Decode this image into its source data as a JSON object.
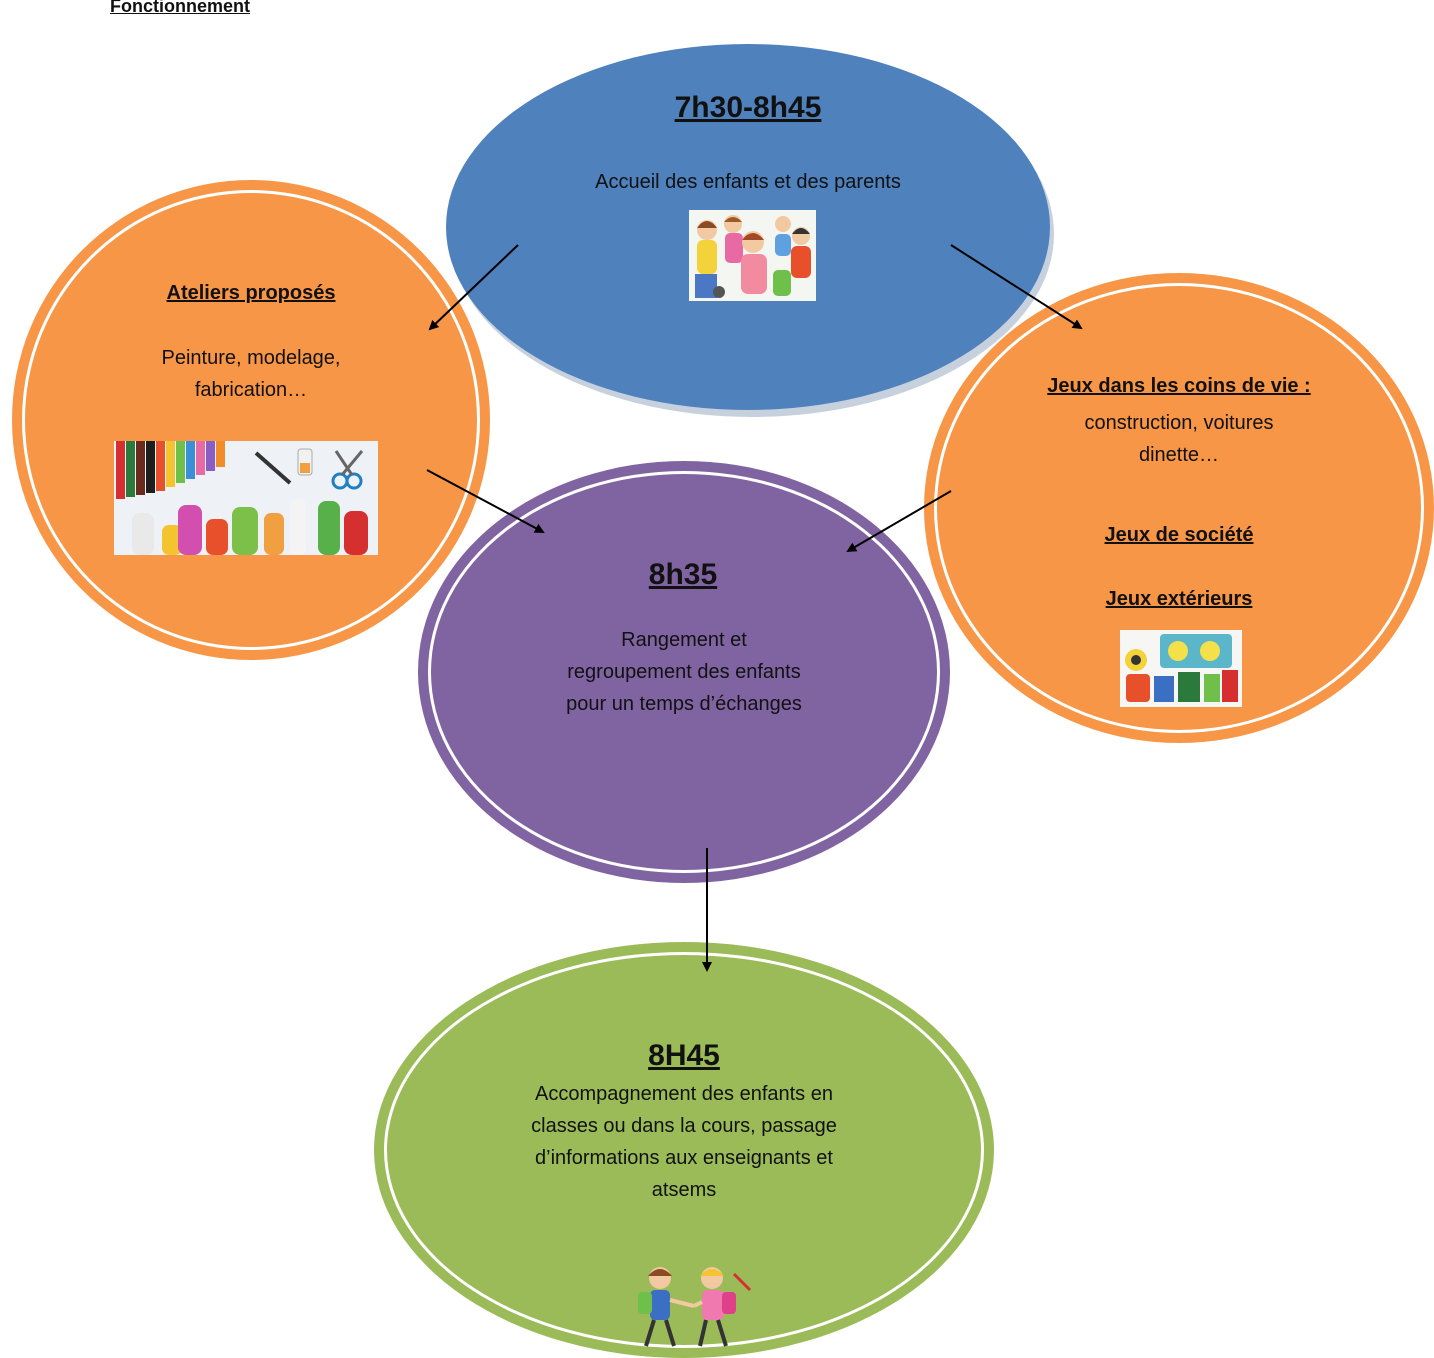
{
  "heading": "Fonctionnement",
  "nodes": {
    "accueil": {
      "title": "7h30-8h45",
      "text": "Accueil des enfants et des parents",
      "color": "#4f81bd"
    },
    "ateliers": {
      "title": "Ateliers proposés",
      "line1": "Peinture, modelage,",
      "line2": "fabrication…",
      "color": "#f79646"
    },
    "jeux": {
      "title1": "Jeux dans les coins de vie :",
      "line1": "construction, voitures",
      "line2": "dinette…",
      "title2": "Jeux de société",
      "title3": "Jeux extérieurs",
      "color": "#f79646"
    },
    "rangement": {
      "title": "8h35",
      "line1": "Rangement et",
      "line2": "regroupement des enfants",
      "line3": "pour un temps d’échanges",
      "color": "#8064a2"
    },
    "accompagnement": {
      "title": "8H45",
      "line1": "Accompagnement des enfants en",
      "line2": "classes ou dans la cours, passage",
      "line3": "d’informations aux enseignants et",
      "line4": "atsems",
      "color": "#9bbb59"
    }
  },
  "images": {
    "families": "families-illustration",
    "crafts": "crafts-illustration",
    "games": "board-games-illustration",
    "kids": "schoolchildren-illustration"
  }
}
